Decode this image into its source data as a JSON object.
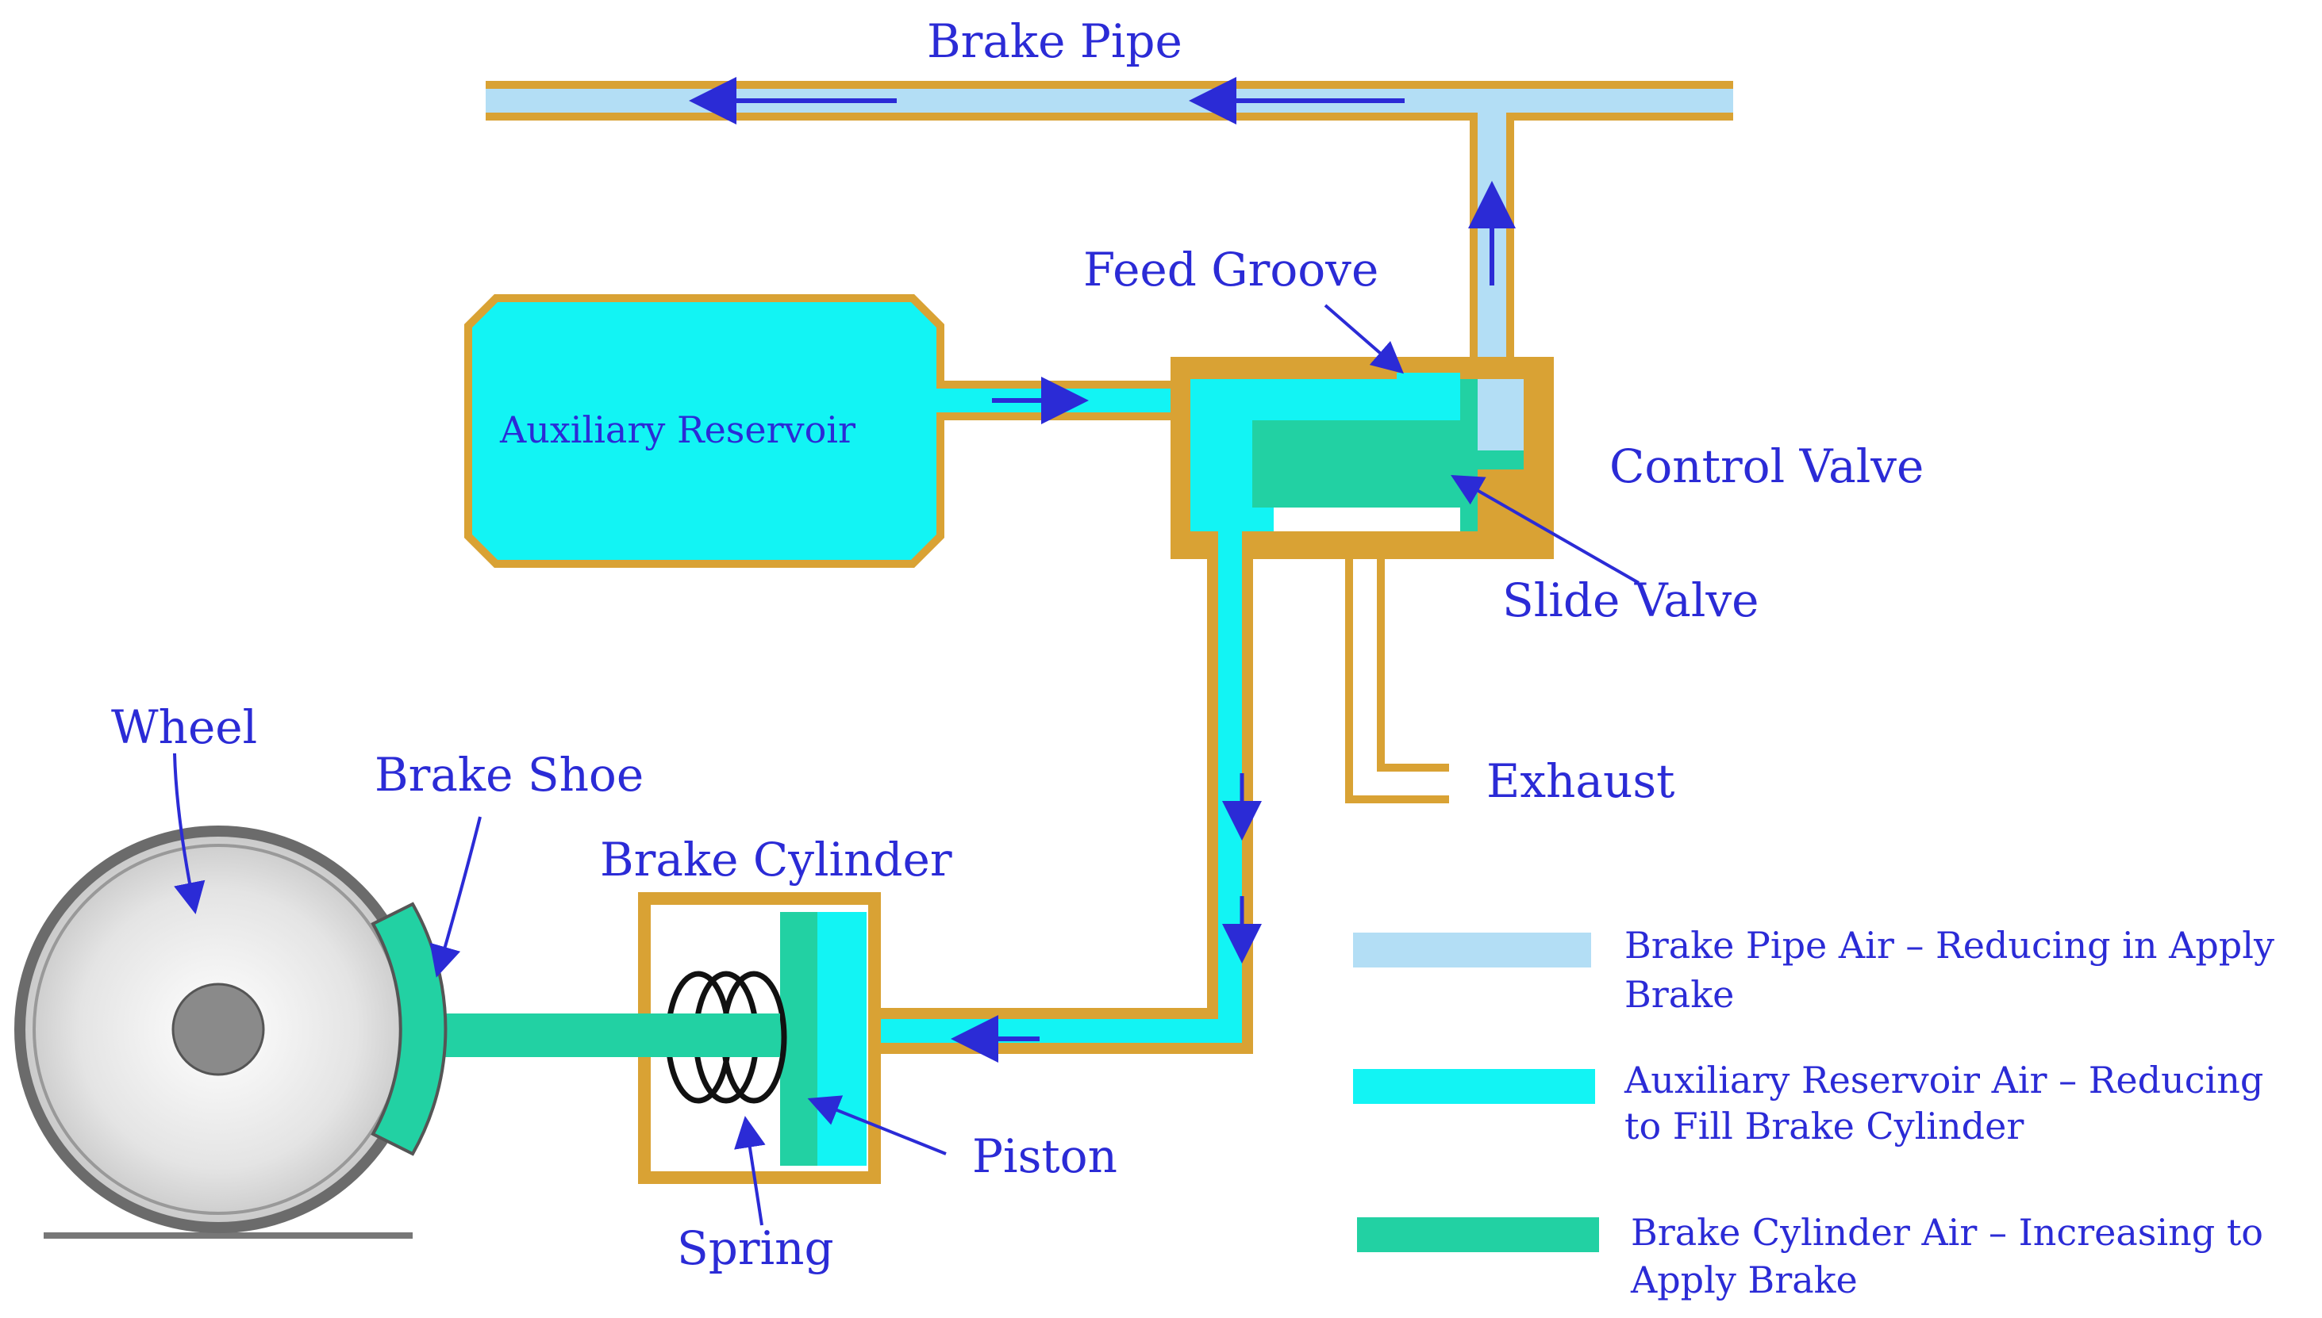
{
  "labels": {
    "brake_pipe": "Brake Pipe",
    "feed_groove": "Feed Groove",
    "auxiliary_reservoir": "Auxiliary Reservoir",
    "control_valve": "Control Valve",
    "slide_valve": "Slide Valve",
    "exhaust": "Exhaust",
    "wheel": "Wheel",
    "brake_shoe": "Brake Shoe",
    "brake_cylinder": "Brake Cylinder",
    "piston": "Piston",
    "spring": "Spring"
  },
  "legend": [
    {
      "line1": "Brake Pipe Air  –  Reducing in Apply",
      "line2": "Brake",
      "color": "#b3def5"
    },
    {
      "line1": "Auxiliary Reservoir Air  –  Reducing",
      "line2": "to Fill Brake Cylinder",
      "color": "#12f4f4"
    },
    {
      "line1": "Brake Cylinder Air  –  Increasing to",
      "line2": "Apply Brake",
      "color": "#22d1a3"
    }
  ],
  "colors": {
    "casing": "#d9a234",
    "brake_pipe_air": "#b3def5",
    "aux_air": "#12f4f4",
    "cylinder_air": "#22d1a3",
    "label_text": "#2b2bd6",
    "arrow": "#2b2bd6"
  }
}
